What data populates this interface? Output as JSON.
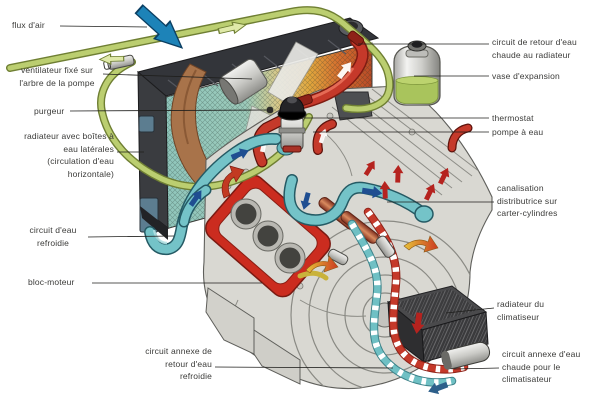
{
  "labels": {
    "flux_air": "flux d'air",
    "ventilateur": "ventilateur fixé sur\nl'arbre de la pompe",
    "purgeur": "purgeur",
    "radiateur": "radiateur avec boîtes à\neau latérales\n(circulation d'eau\nhorizontale)",
    "circuit_eau_refroidie": "circuit d'eau\nrefroidie",
    "bloc_moteur": "bloc-moteur",
    "circuit_annexe_refroidie": "circuit annexe de\nretour d'eau\nrefroidie",
    "circuit_retour_chaude": "circuit de retour d'eau\nchaude au radiateur",
    "vase_expansion": "vase d'expansion",
    "thermostat": "thermostat",
    "pompe_eau": "pompe à eau",
    "canalisation": "canalisation\ndistributrice sur\ncarter-cylindres",
    "radiateur_climatiseur": "radiateur du\nclimatiseur",
    "circuit_annexe_chaude": "circuit annexe d'eau\nchaude pour le\nclimatisateur"
  },
  "colors": {
    "cold_water_hose": "#74c3c8",
    "hot_water_hose": "#c5392a",
    "return_circuit_pipe": "#b9cd6f",
    "air_flow_arrow": "#1d83b8",
    "cold_flow_arrow": "#1f4e91",
    "hot_flow_arrow": "#b5231f",
    "coolant_liquid": "#a9c45c",
    "label_text": "#3b3b39",
    "radiator_core_cold": "#8fc6bc",
    "radiator_core_hot": "#d96f2e"
  }
}
